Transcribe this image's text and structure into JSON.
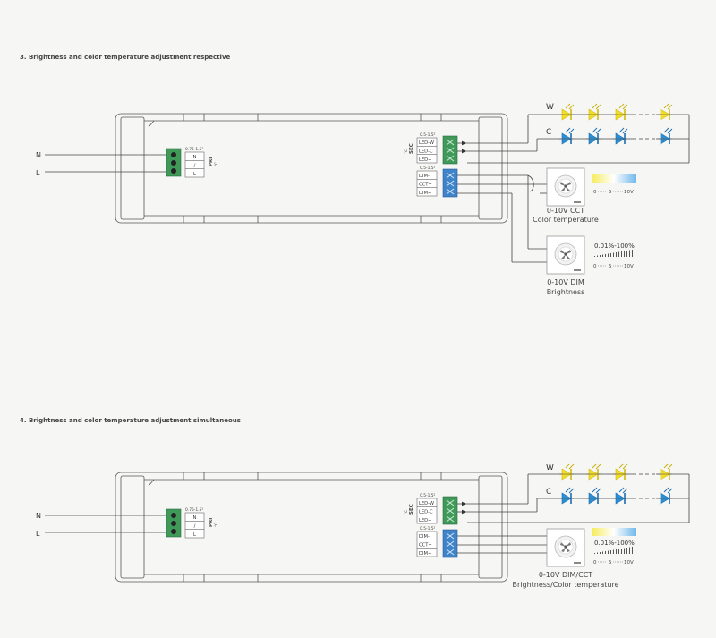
{
  "section3": {
    "title": "3. Brightness and color temperature adjustment respective",
    "input": {
      "n": "N",
      "l": "L",
      "gauge": "0.75-1.5²",
      "pri": "PRI",
      "pri_unit": "℃",
      "terms": [
        "N",
        "/",
        "L"
      ]
    },
    "output": {
      "gauge_led": "0.5-1.5²",
      "gauge_dim": "0.5-1.5²",
      "sec": "SEC",
      "sec_unit": "℃",
      "led_terms": [
        "LED-W",
        "LED-C",
        "LED+"
      ],
      "dim_terms": [
        "DIM-",
        "CCT+",
        "DIM+"
      ]
    },
    "led_labels": {
      "w": "W",
      "c": "C"
    },
    "cct_control": {
      "name": "0-10V CCT",
      "subtitle": "Color temperature",
      "scale": [
        "0",
        "5",
        "10V"
      ]
    },
    "dim_control": {
      "percent": "0.01%-100%",
      "scale": [
        "0",
        "5",
        "10V"
      ],
      "name": "0-10V DIM",
      "subtitle": "Brightness"
    }
  },
  "section4": {
    "title": "4. Brightness and color temperature adjustment simultaneous",
    "input": {
      "n": "N",
      "l": "L",
      "gauge": "0.75-1.5²",
      "pri": "PRI",
      "pri_unit": "℃",
      "terms": [
        "N",
        "/",
        "L"
      ]
    },
    "output": {
      "gauge_led": "0.5-1.5²",
      "gauge_dim": "0.5-1.5²",
      "sec": "SEC",
      "sec_unit": "℃",
      "led_terms": [
        "LED-W",
        "LED-C",
        "LED+"
      ],
      "dim_terms": [
        "DIM-",
        "CCT+",
        "DIM+"
      ]
    },
    "led_labels": {
      "w": "W",
      "c": "C"
    },
    "combo_control": {
      "percent": "0.01%-100%",
      "scale": [
        "0",
        "5",
        "10V"
      ],
      "name": "0-10V DIM/CCT",
      "subtitle": "Brightness/Color temperature"
    }
  },
  "colors": {
    "background": "#f6f6f4",
    "line": "#4a4a4a",
    "green_terminal": "#3f9a5a",
    "blue_terminal": "#3f83c9",
    "warm_led": "#f2dd27",
    "cool_led": "#2b8fd6"
  },
  "icons": {
    "driver": "driver-case-outline",
    "led": "led-diode-icon",
    "knob": "dimmer-knob-icon"
  }
}
